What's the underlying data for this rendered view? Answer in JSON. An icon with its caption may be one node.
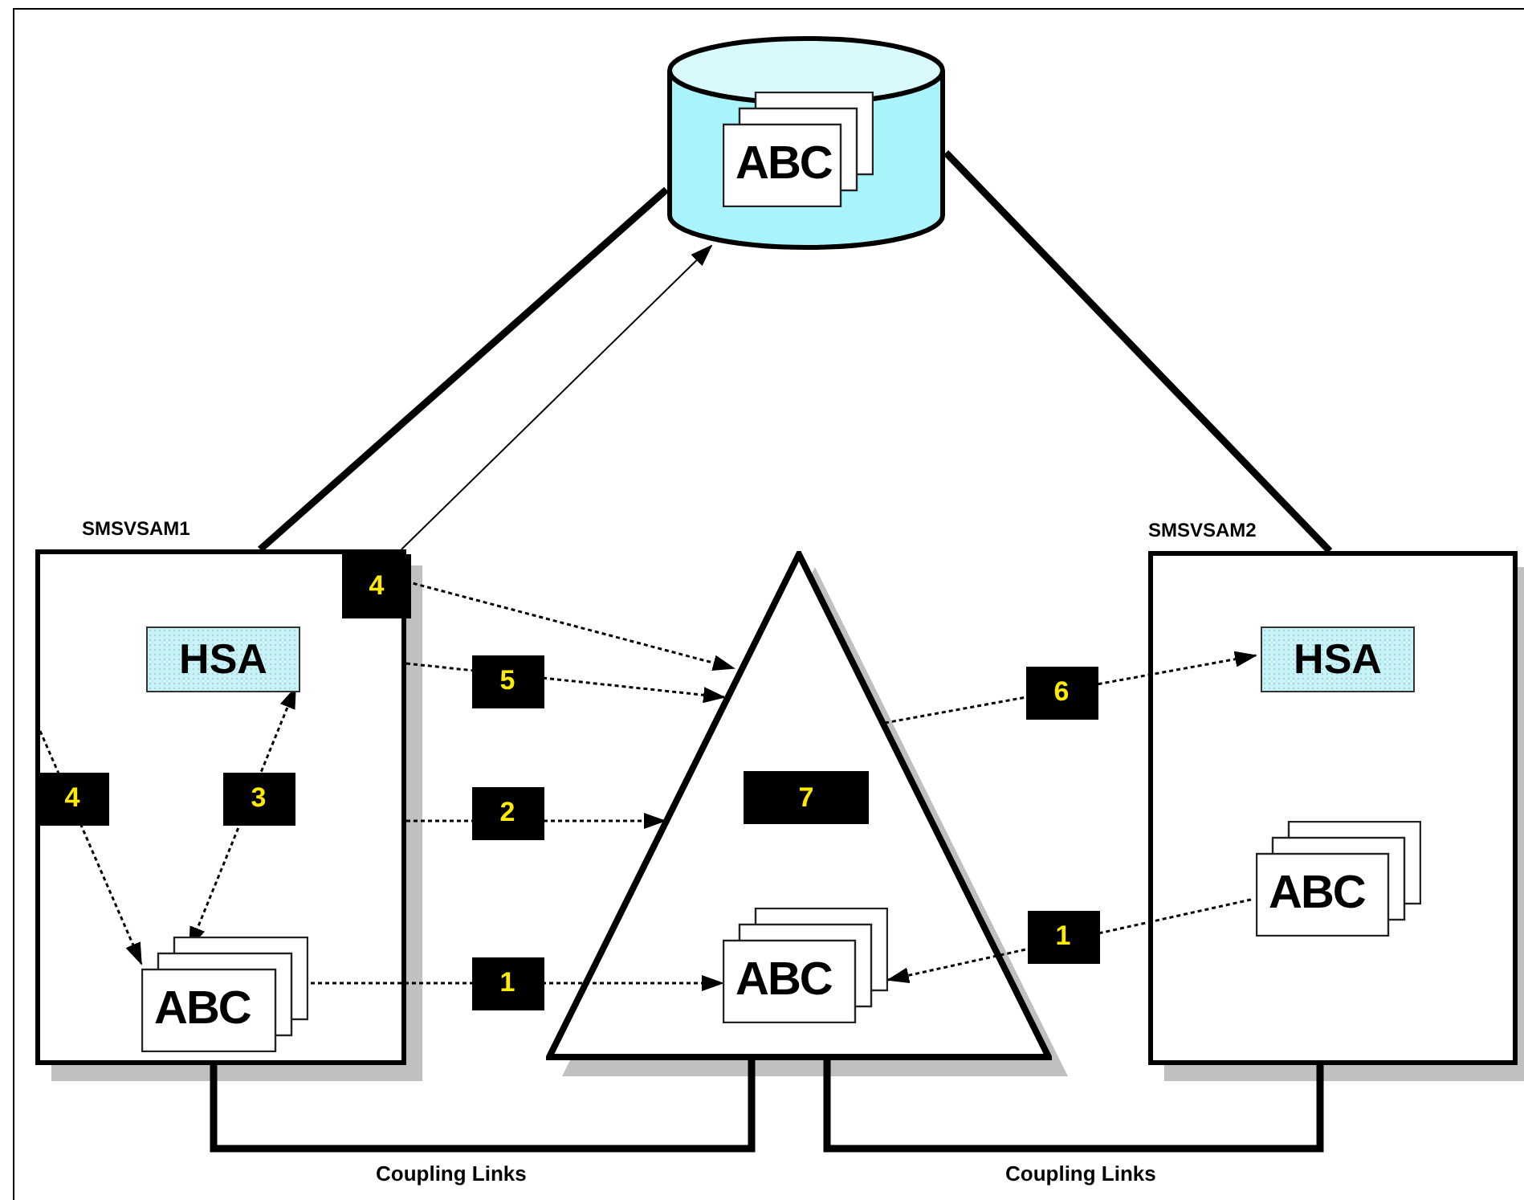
{
  "diagram": {
    "nodes": [
      {
        "text": [],
        "shape": "cylinder"
      },
      {
        "text": [
          "ABC"
        ],
        "in": 0
      },
      {
        "text": [
          "SMSVSAM1"
        ]
      },
      {
        "text": [
          "4"
        ],
        "in": 2
      },
      {
        "text": [
          "HSA"
        ],
        "in": 2
      },
      {
        "text": [
          "ABC"
        ],
        "in": 2
      },
      {
        "text": [],
        "shape": "triangle"
      },
      {
        "text": [
          "7"
        ],
        "in": 6
      },
      {
        "text": [
          "ABC"
        ],
        "in": 6
      },
      {
        "text": [
          "SMSVSAM2"
        ]
      },
      {
        "text": [
          "HSA"
        ],
        "in": 9
      },
      {
        "text": [
          "ABC"
        ],
        "in": 9
      }
    ],
    "edges": [
      {
        "from": 2,
        "to": 0,
        "arrow": "none",
        "style": "thick"
      },
      {
        "from": 9,
        "to": 0,
        "arrow": "none",
        "style": "thick"
      },
      {
        "from": 3,
        "to": 0,
        "arrow": "to"
      },
      {
        "from": 3,
        "to": 6,
        "arrow": "to",
        "style": "dashed"
      },
      {
        "from": 2,
        "to": 6,
        "arrow": "to",
        "style": "dashed",
        "label": "5"
      },
      {
        "from": 2,
        "to": 6,
        "arrow": "to",
        "style": "dashed",
        "label": "2"
      },
      {
        "from": 5,
        "to": 8,
        "arrow": "to",
        "style": "dashed",
        "label": "1"
      },
      {
        "from": 2,
        "to": 5,
        "arrow": "to",
        "style": "dashed",
        "label": "4"
      },
      {
        "from": 4,
        "to": 5,
        "arrow": "both",
        "style": "dashed",
        "label": "3"
      },
      {
        "from": 6,
        "to": 10,
        "arrow": "to",
        "style": "dashed",
        "label": "6"
      },
      {
        "from": 11,
        "to": 8,
        "arrow": "to",
        "style": "dashed",
        "label": "1"
      },
      {
        "from": 2,
        "to": 6,
        "arrow": "none",
        "style": "thick",
        "label": "Coupling Links"
      },
      {
        "from": 6,
        "to": 9,
        "arrow": "none",
        "style": "thick",
        "label": "Coupling Links"
      }
    ]
  }
}
